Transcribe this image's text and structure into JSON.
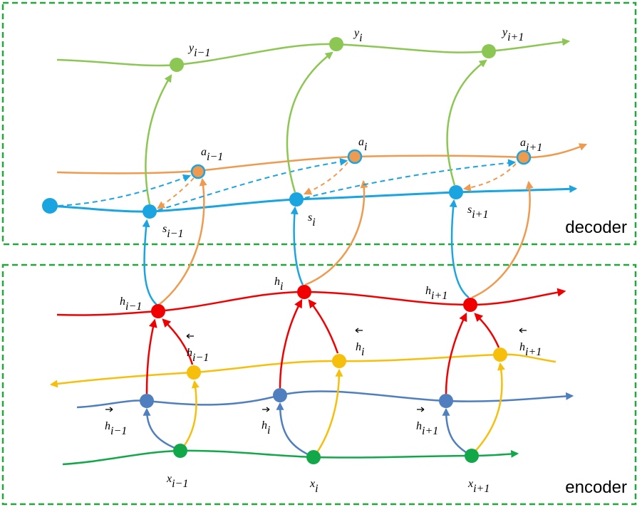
{
  "panels": {
    "decoder_label": "decoder",
    "encoder_label": "encoder"
  },
  "colors": {
    "frame": "#21a83a",
    "output": "#8cc653",
    "attention": "#ef9a4f",
    "decoder_state": "#1aa4e0",
    "encoder_hidden": "#f00000",
    "backward": "#f5bf0c",
    "forward": "#4f7fbe",
    "input": "#12a84a"
  },
  "labels": {
    "y": [
      {
        "base": "y",
        "sub": "i−1"
      },
      {
        "base": "y",
        "sub": "i"
      },
      {
        "base": "y",
        "sub": "i+1"
      }
    ],
    "a": [
      {
        "base": "a",
        "sub": "i−1"
      },
      {
        "base": "a",
        "sub": "i"
      },
      {
        "base": "a",
        "sub": "i+1"
      }
    ],
    "s": [
      {
        "base": "s",
        "sub": "i−1"
      },
      {
        "base": "s",
        "sub": "i"
      },
      {
        "base": "s",
        "sub": "i+1"
      }
    ],
    "h": [
      {
        "base": "h",
        "sub": "i−1"
      },
      {
        "base": "h",
        "sub": "i"
      },
      {
        "base": "h",
        "sub": "i+1"
      }
    ],
    "h_backward": [
      {
        "base": "h",
        "sub": "i−1"
      },
      {
        "base": "h",
        "sub": "i"
      },
      {
        "base": "h",
        "sub": "i+1"
      }
    ],
    "h_forward": [
      {
        "base": "h",
        "sub": "i−1"
      },
      {
        "base": "h",
        "sub": "i"
      },
      {
        "base": "h",
        "sub": "i+1"
      }
    ],
    "x": [
      {
        "base": "x",
        "sub": "i−1"
      },
      {
        "base": "x",
        "sub": "i"
      },
      {
        "base": "x",
        "sub": "i+1"
      }
    ]
  }
}
